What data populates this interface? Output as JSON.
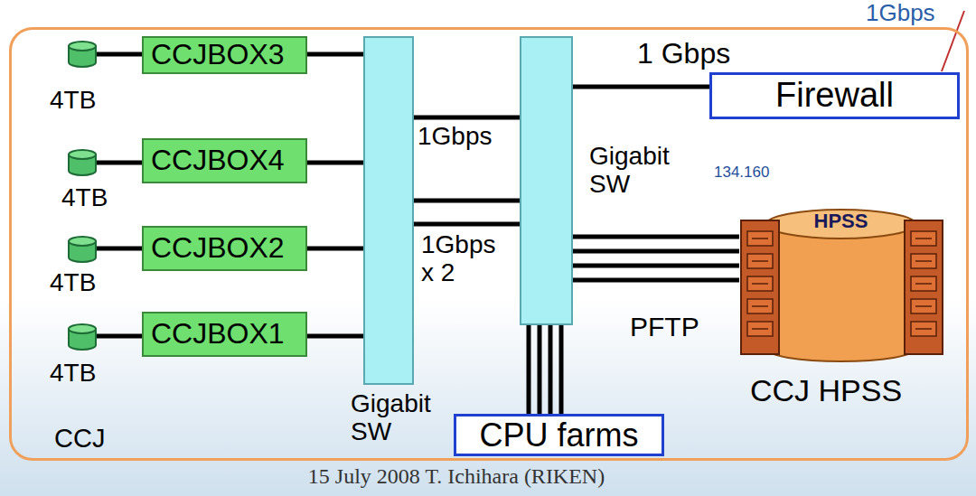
{
  "diagram": {
    "nodes": [
      {
        "text": [
          "CCJ"
        ]
      },
      {
        "text": [
          "CCJBOX3"
        ],
        "in": 0
      },
      {
        "text": [
          "CCJBOX4"
        ],
        "in": 0
      },
      {
        "text": [
          "CCJBOX2"
        ],
        "in": 0
      },
      {
        "text": [
          "CCJBOX1"
        ],
        "in": 0
      },
      {
        "text": [
          "Gigabit SW"
        ],
        "in": 0
      },
      {
        "text": [
          "Gigabit SW"
        ],
        "in": 0
      },
      {
        "text": [
          "Firewall"
        ],
        "in": 0
      },
      {
        "text": [
          "HPSS",
          "CCJ HPSS"
        ],
        "in": 0
      },
      {
        "text": [
          "CPU farms"
        ],
        "in": 0
      }
    ],
    "edges": [
      {
        "from": 1,
        "to": 5,
        "arrow": "none"
      },
      {
        "from": 2,
        "to": 5,
        "arrow": "none"
      },
      {
        "from": 3,
        "to": 5,
        "arrow": "none"
      },
      {
        "from": 4,
        "to": 5,
        "arrow": "none"
      },
      {
        "from": 5,
        "to": 6,
        "label": "1Gbps",
        "arrow": "none"
      },
      {
        "from": 5,
        "to": 6,
        "label": "1Gbps x 2",
        "arrow": "none"
      },
      {
        "from": 5,
        "to": 6,
        "arrow": "none"
      },
      {
        "from": 6,
        "to": 7,
        "label": "1 Gbps",
        "arrow": "none"
      },
      {
        "from": 6,
        "to": 8,
        "arrow": "none"
      },
      {
        "from": 6,
        "to": 8,
        "arrow": "none"
      },
      {
        "from": 6,
        "to": 8,
        "arrow": "none"
      },
      {
        "from": 6,
        "to": 8,
        "arrow": "none"
      },
      {
        "from": 6,
        "to": 9,
        "arrow": "none"
      },
      {
        "from": 6,
        "to": 9,
        "arrow": "none"
      },
      {
        "from": 6,
        "to": 9,
        "arrow": "none"
      },
      {
        "from": 6,
        "to": 9,
        "arrow": "none"
      }
    ],
    "labels": [
      "1Gbps",
      "134.160",
      "PFTP",
      "4TB",
      "4TB",
      "4TB",
      "4TB",
      "15 July 2008 T. Ichihara (RIKEN)"
    ]
  }
}
